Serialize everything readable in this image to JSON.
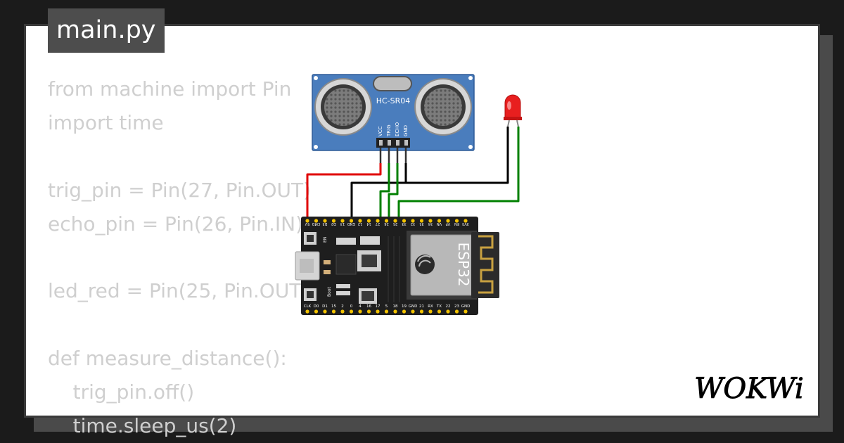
{
  "file_tab": {
    "label": "main.py"
  },
  "code_lines": [
    "from machine import Pin",
    "import time",
    "",
    "trig_pin = Pin(27, Pin.OUT)",
    "echo_pin = Pin(26, Pin.IN)",
    "",
    "led_red = Pin(25, Pin.OUT)",
    "",
    "def measure_distance():",
    "    trig_pin.off()",
    "    time.sleep_us(2)"
  ],
  "sensor": {
    "model": "HC-SR04",
    "pins": [
      "VCC",
      "TRIG",
      "ECHO",
      "GND"
    ]
  },
  "board": {
    "chip_label": "ESP32",
    "top_pins": [
      "3V3",
      "EN",
      "VP",
      "VN",
      "34",
      "35",
      "32",
      "33",
      "25",
      "26",
      "27",
      "14",
      "12",
      "GND",
      "13",
      "D2",
      "D3",
      "CMD",
      "5V"
    ],
    "bottom_pins": [
      "CLK",
      "D0",
      "D1",
      "15",
      "2",
      "0",
      "4",
      "16",
      "17",
      "5",
      "18",
      "19",
      "GND",
      "21",
      "RX",
      "TX",
      "22",
      "23",
      "GND"
    ],
    "en_label": "EN",
    "boot_label": "Boot"
  },
  "logo": {
    "text": "WOKWi"
  },
  "colors": {
    "background": "#1b1b1b",
    "card": "#ffffff",
    "tab": "#4d4d4d",
    "code_text": "#cfcfcf",
    "sensor_body": "#4a7dbd",
    "wire_power": "#e00000",
    "wire_ground": "#000000",
    "wire_signal": "#008000",
    "led_red": "#e81f1f",
    "board_body": "#1e1e1e"
  }
}
